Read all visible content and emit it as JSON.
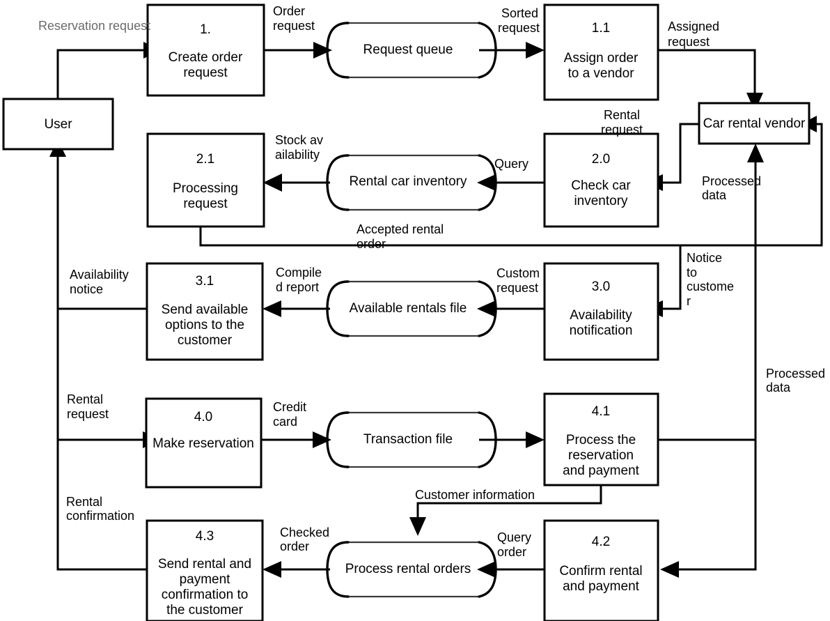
{
  "diagram": {
    "title": "Car rental reservation data flow diagram",
    "type": "data-flow-diagram",
    "colors": {
      "background": "#ffffff",
      "stroke": "#000000",
      "store_stroke": "#3a3a3a",
      "muted_text": "#6b6b6b"
    }
  },
  "externals": {
    "user": "User",
    "vendor": "Car rental vendor"
  },
  "processes": {
    "p1": {
      "id": "1.",
      "label_line1": "Create order",
      "label_line2": "request",
      "label_line3": "",
      "label_line4": ""
    },
    "p11": {
      "id": "1.1",
      "label_line1": "Assign order",
      "label_line2": "to a vendor",
      "label_line3": "",
      "label_line4": ""
    },
    "p21": {
      "id": "2.1",
      "label_line1": "Processing",
      "label_line2": "request",
      "label_line3": "",
      "label_line4": ""
    },
    "p20": {
      "id": "2.0",
      "label_line1": "Check car",
      "label_line2": "inventory",
      "label_line3": "",
      "label_line4": ""
    },
    "p31": {
      "id": "3.1",
      "label_line1": "Send available",
      "label_line2": "options to the",
      "label_line3": "customer",
      "label_line4": ""
    },
    "p30": {
      "id": "3.0",
      "label_line1": "Availability",
      "label_line2": "notification",
      "label_line3": "",
      "label_line4": ""
    },
    "p40": {
      "id": "4.0",
      "label_line1": "Make reservation",
      "label_line2": "",
      "label_line3": "",
      "label_line4": ""
    },
    "p41": {
      "id": "4.1",
      "label_line1": "Process the",
      "label_line2": "reservation",
      "label_line3": "and payment",
      "label_line4": ""
    },
    "p43": {
      "id": "4.3",
      "label_line1": "Send rental and",
      "label_line2": "payment",
      "label_line3": "confirmation to",
      "label_line4": "the customer"
    },
    "p42": {
      "id": "4.2",
      "label_line1": "Confirm rental",
      "label_line2": "and payment",
      "label_line3": "",
      "label_line4": ""
    }
  },
  "stores": {
    "s1": "Request queue",
    "s2": "Rental car inventory",
    "s3": "Available rentals file",
    "s4": "Transaction file",
    "s5": "Process rental orders"
  },
  "flows": {
    "reservation_request": "Reservation request",
    "order_request_l1": "Order",
    "order_request_l2": "request",
    "sorted_request_l1": "Sorted",
    "sorted_request_l2": "request",
    "assigned_request_l1": "Assigned",
    "assigned_request_l2": "request",
    "rental_request_top_l1": "Rental",
    "rental_request_top_l2": "request",
    "stock_availability_l1": "Stock av",
    "stock_availability_l2": "ailability",
    "query": "Query",
    "processed_data_top_l1": "Processed",
    "processed_data_top_l2": "data",
    "accepted_rental_order_l1": "Accepted rental",
    "accepted_rental_order_l2": "order",
    "availability_notice_l1": "Availability",
    "availability_notice_l2": "notice",
    "compiled_report_l1": "Compile",
    "compiled_report_l2": "d report",
    "custom_request_l1": "Custom",
    "custom_request_l2": "request",
    "notice_to_customer_l1": "Notice",
    "notice_to_customer_l2": "to",
    "notice_to_customer_l3": "custome",
    "notice_to_customer_l4": "r",
    "rental_request_l1": "Rental",
    "rental_request_l2": "request",
    "credit_card_l1": "Credit",
    "credit_card_l2": "card",
    "processed_data_bottom_l1": "Processed",
    "processed_data_bottom_l2": "data",
    "customer_information": "Customer information",
    "rental_confirmation_l1": "Rental",
    "rental_confirmation_l2": "confirmation",
    "checked_order_l1": "Checked",
    "checked_order_l2": "order",
    "query_order_l1": "Query",
    "query_order_l2": "order"
  }
}
